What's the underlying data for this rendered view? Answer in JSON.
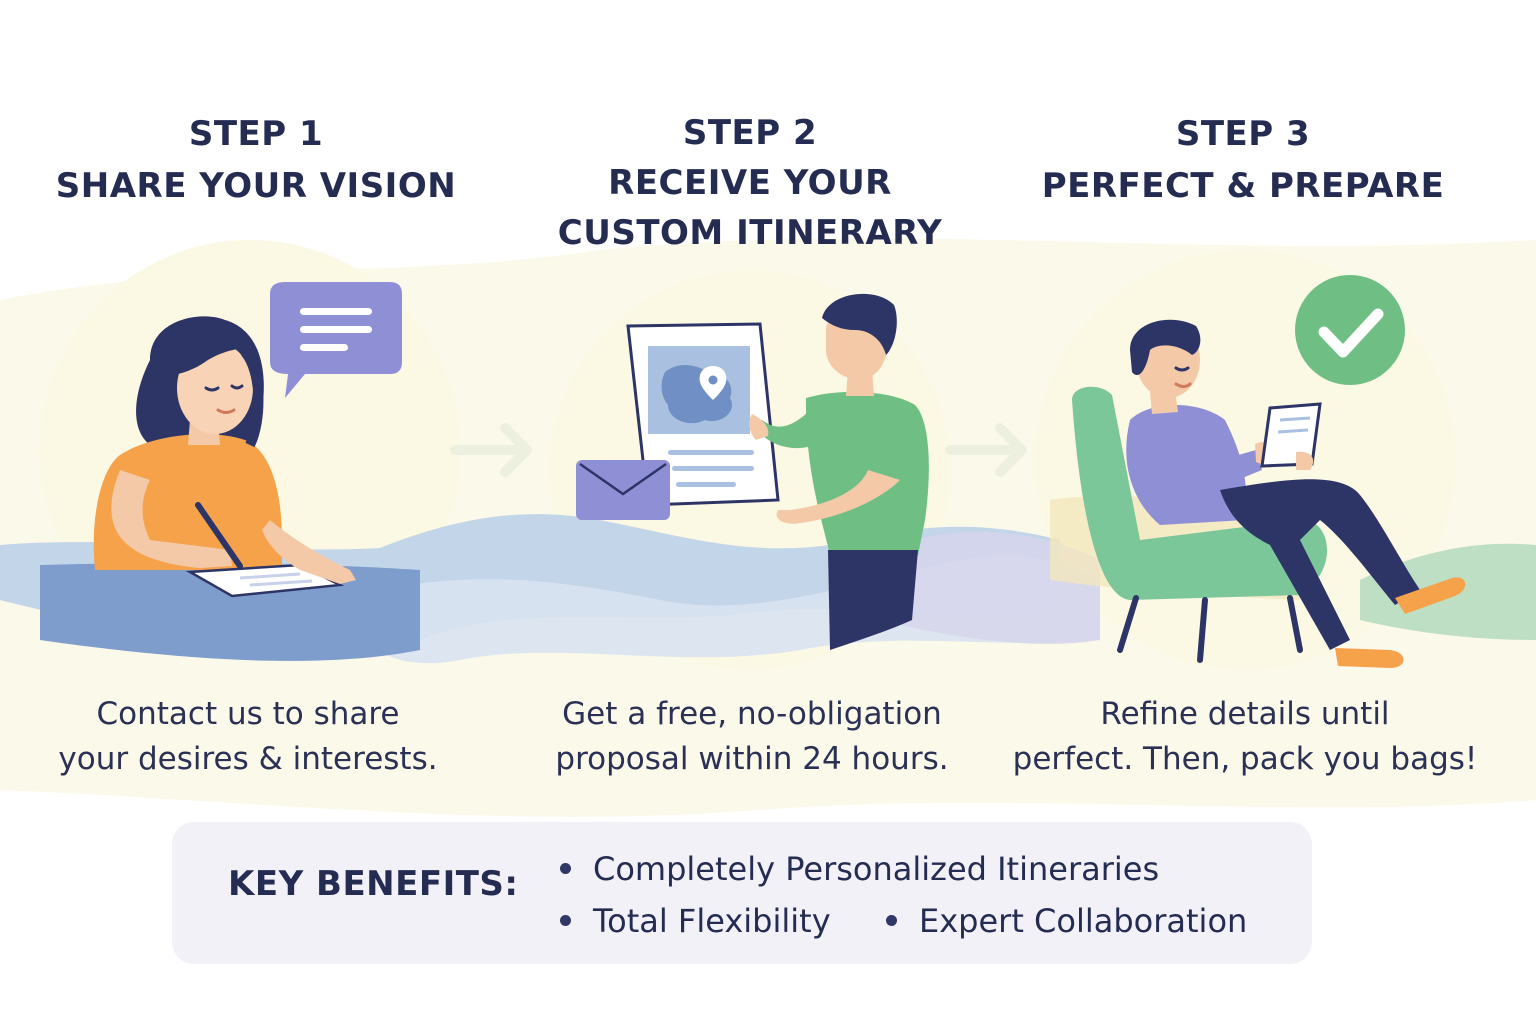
{
  "steps": [
    {
      "heading_lines": [
        "STEP 1",
        "SHARE YOUR VISION"
      ],
      "desc_lines": [
        "Contact us to share",
        "your desires & interests."
      ]
    },
    {
      "heading_lines": [
        "STEP 2",
        "RECEIVE YOUR",
        "CUSTOM ITINERARY"
      ],
      "desc_lines": [
        "Get a free, no-obligation",
        "proposal within 24 hours."
      ]
    },
    {
      "heading_lines": [
        "STEP 3",
        "PERFECT & PREPARE"
      ],
      "desc_lines": [
        "Refine details until",
        "perfect. Then, pack you bags!"
      ]
    }
  ],
  "benefits": {
    "title": "KEY BENEFITS:",
    "items": [
      "Completely Personalized Itineraries",
      "Total Flexibility",
      "Expert Collaboration"
    ]
  },
  "icons": [
    "chat-bubble-icon",
    "envelope-icon",
    "map-pin-icon",
    "checkmark-icon",
    "arrow-right-icon"
  ],
  "colors": {
    "text": "#252c52",
    "orange": "#f5a24b",
    "green": "#7cc79a",
    "purple": "#8f8fd6",
    "navy": "#2d3566",
    "blue_wave": "#a9c0e0",
    "cream": "#fbf9ea"
  }
}
